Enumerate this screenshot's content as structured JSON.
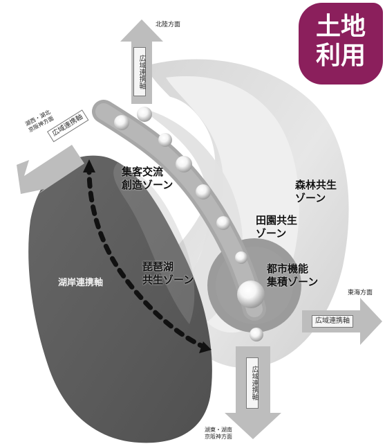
{
  "badge": {
    "line1": "土地",
    "line2": "利用",
    "color": "#8b1f5c"
  },
  "zones": {
    "gather_exchange": [
      "集客交流",
      "創造ゾーン"
    ],
    "forest_coexist": [
      "森林共生",
      "ゾーン"
    ],
    "rural_coexist": [
      "田園共生",
      "ゾーン"
    ],
    "lake_coexist": [
      "琵琶湖",
      "共生ゾーン"
    ],
    "urban_function": [
      "都市機能",
      "集積ゾーン"
    ],
    "lakeshore_axis": "湖岸連携軸"
  },
  "axes": {
    "north_direction": "北陸方面",
    "east_direction": "東海方面",
    "west_direction_lines": [
      "湖西・湖北",
      "京阪神方面"
    ],
    "south_direction_lines": [
      "湖東・湖南",
      "京阪神方面"
    ],
    "north_axis": "広域連携軸",
    "west_axis": "広域連携軸",
    "east_axis": "広域連携軸",
    "south_axis": "広域連携軸"
  },
  "icons": {
    "north_arrow": "arrow-up-icon",
    "south_arrow": "arrow-down-icon",
    "east_arrow": "arrow-right-icon",
    "west_arrow": "arrow-left-icon",
    "city_node": "circle-node-icon",
    "lakeshore_path": "dashed-double-arrow-icon"
  },
  "colors": {
    "background": "#ffffff",
    "lake_dark": "#595959",
    "forest_outer": "#d8d8d8",
    "forest_inner": "#eeeeee",
    "urban_circle": "#9a9a9a",
    "axis_gray": "#bdbdbd",
    "node_glow": "#ffffff"
  }
}
